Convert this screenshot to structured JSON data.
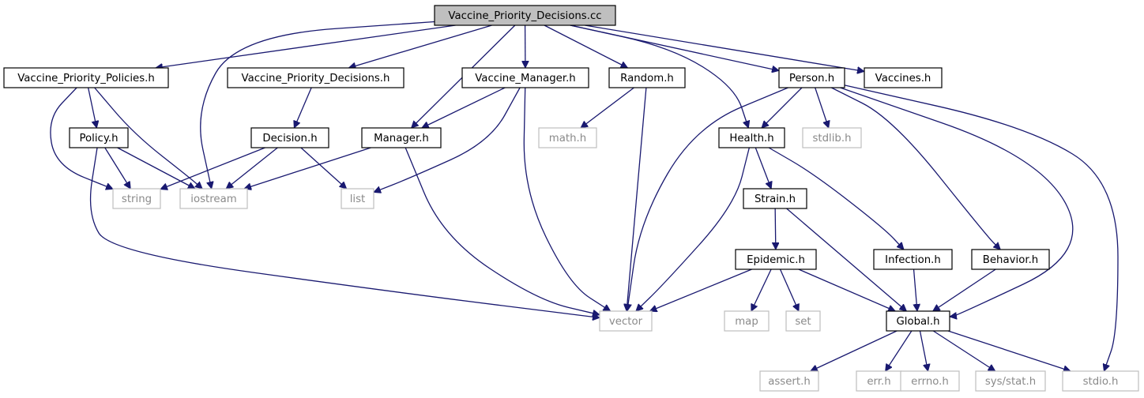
{
  "diagram": {
    "title": "Vaccine_Priority_Decisions.cc",
    "edge_color": "#191970",
    "root_fill": "#bfbfbf",
    "system_header_border": "#bfbfbf",
    "nodes": {
      "root": {
        "label": "Vaccine_Priority_Decisions.cc",
        "kind": "root"
      },
      "vpp": {
        "label": "Vaccine_Priority_Policies.h",
        "kind": "header"
      },
      "vpd": {
        "label": "Vaccine_Priority_Decisions.h",
        "kind": "header"
      },
      "vman": {
        "label": "Vaccine_Manager.h",
        "kind": "header"
      },
      "random": {
        "label": "Random.h",
        "kind": "header"
      },
      "person": {
        "label": "Person.h",
        "kind": "header"
      },
      "vaccines": {
        "label": "Vaccines.h",
        "kind": "header"
      },
      "policy": {
        "label": "Policy.h",
        "kind": "header"
      },
      "decision": {
        "label": "Decision.h",
        "kind": "header"
      },
      "manager": {
        "label": "Manager.h",
        "kind": "header"
      },
      "math": {
        "label": "math.h",
        "kind": "system"
      },
      "health": {
        "label": "Health.h",
        "kind": "header"
      },
      "stdlib": {
        "label": "stdlib.h",
        "kind": "system"
      },
      "string": {
        "label": "string",
        "kind": "system"
      },
      "iostream": {
        "label": "iostream",
        "kind": "system"
      },
      "list": {
        "label": "list",
        "kind": "system"
      },
      "strain": {
        "label": "Strain.h",
        "kind": "header"
      },
      "epidemic": {
        "label": "Epidemic.h",
        "kind": "header"
      },
      "infection": {
        "label": "Infection.h",
        "kind": "header"
      },
      "behavior": {
        "label": "Behavior.h",
        "kind": "header"
      },
      "vector": {
        "label": "vector",
        "kind": "system"
      },
      "map": {
        "label": "map",
        "kind": "system"
      },
      "set": {
        "label": "set",
        "kind": "system"
      },
      "global": {
        "label": "Global.h",
        "kind": "header"
      },
      "assert": {
        "label": "assert.h",
        "kind": "system"
      },
      "err": {
        "label": "err.h",
        "kind": "system"
      },
      "errno": {
        "label": "errno.h",
        "kind": "system"
      },
      "sysstat": {
        "label": "sys/stat.h",
        "kind": "system"
      },
      "stdio": {
        "label": "stdio.h",
        "kind": "system"
      }
    },
    "edges": [
      [
        "root",
        "vpp"
      ],
      [
        "root",
        "iostream"
      ],
      [
        "root",
        "vpd"
      ],
      [
        "root",
        "manager"
      ],
      [
        "root",
        "vman"
      ],
      [
        "root",
        "random"
      ],
      [
        "root",
        "health"
      ],
      [
        "root",
        "person"
      ],
      [
        "root",
        "vaccines"
      ],
      [
        "vpp",
        "policy"
      ],
      [
        "vpp",
        "string"
      ],
      [
        "vpp",
        "iostream"
      ],
      [
        "vpd",
        "decision"
      ],
      [
        "policy",
        "string"
      ],
      [
        "policy",
        "iostream"
      ],
      [
        "policy",
        "vector"
      ],
      [
        "decision",
        "string"
      ],
      [
        "decision",
        "iostream"
      ],
      [
        "decision",
        "list"
      ],
      [
        "manager",
        "iostream"
      ],
      [
        "manager",
        "vector"
      ],
      [
        "vman",
        "manager"
      ],
      [
        "vman",
        "list"
      ],
      [
        "vman",
        "vector"
      ],
      [
        "random",
        "math"
      ],
      [
        "random",
        "vector"
      ],
      [
        "person",
        "health"
      ],
      [
        "person",
        "vector"
      ],
      [
        "person",
        "stdlib"
      ],
      [
        "person",
        "behavior"
      ],
      [
        "person",
        "global"
      ],
      [
        "person",
        "stdio"
      ],
      [
        "health",
        "strain"
      ],
      [
        "health",
        "infection"
      ],
      [
        "health",
        "vector"
      ],
      [
        "strain",
        "epidemic"
      ],
      [
        "strain",
        "global"
      ],
      [
        "epidemic",
        "vector"
      ],
      [
        "epidemic",
        "map"
      ],
      [
        "epidemic",
        "set"
      ],
      [
        "epidemic",
        "global"
      ],
      [
        "infection",
        "global"
      ],
      [
        "behavior",
        "global"
      ],
      [
        "global",
        "assert"
      ],
      [
        "global",
        "err"
      ],
      [
        "global",
        "errno"
      ],
      [
        "global",
        "sysstat"
      ],
      [
        "global",
        "stdio"
      ]
    ]
  }
}
